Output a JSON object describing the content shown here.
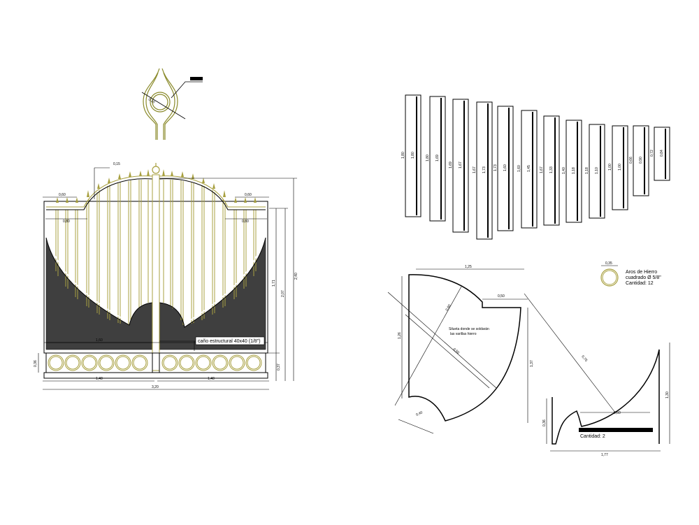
{
  "gate": {
    "dim_top_left": "0,60",
    "dim_top_right": "0,60",
    "dim_inner_left": "0,80",
    "dim_inner_right": "0,80",
    "dim_spike": "0,15",
    "dim_ornament_label": "0,10",
    "dim_mid_left": "1,60",
    "dim_bottom_left": "1,48",
    "dim_bottom_right": "1,48",
    "dim_bottom_total": "3,20",
    "dim_right_h1": "1,71",
    "dim_right_h2": "2,07",
    "dim_right_h3": "2,40",
    "dim_right_h4": "0,37",
    "dim_left_h": "0,36",
    "note_frame": "caño estructural 40x40 (1/8\")"
  },
  "bars": {
    "labels": [
      "1,80",
      "1,80",
      "1,69",
      "1,67",
      "1,73",
      "1,60",
      "1,67",
      "1,40",
      "1,18",
      "1,00",
      "0,66",
      "0,72"
    ],
    "inner_labels": [
      "1,80",
      "1,69",
      "1,67",
      "1,73",
      "1,60",
      "1,45",
      "1,33",
      "1,18",
      "1,10",
      "1,00",
      "0,90",
      "0,84"
    ]
  },
  "arc_detail": {
    "title_line1": "Silueta donde se soldarán",
    "title_line2": "las varillas hierro",
    "dim_top": "1,25",
    "dim_notch": "0,50",
    "dim_left": "1,26",
    "dim_right": "1,37",
    "dim_radius1": "0,60",
    "dim_radius2": "0,50",
    "dim_bottom_left": "0,40"
  },
  "ring_detail": {
    "dim": "0,35",
    "line1": "Aros de Hierro",
    "line2": "cuadrado Ø 5/8\"",
    "line3": "Cantidad: 12"
  },
  "curve_detail": {
    "dim_bottom": "1,77",
    "dim_right": "1,30",
    "dim_left": "0,36",
    "dim_small": "0,60",
    "dim_diag": "0,75",
    "label_qty": "Cantidad: 2"
  },
  "ornament": {
    "dim_label": "0,10"
  }
}
